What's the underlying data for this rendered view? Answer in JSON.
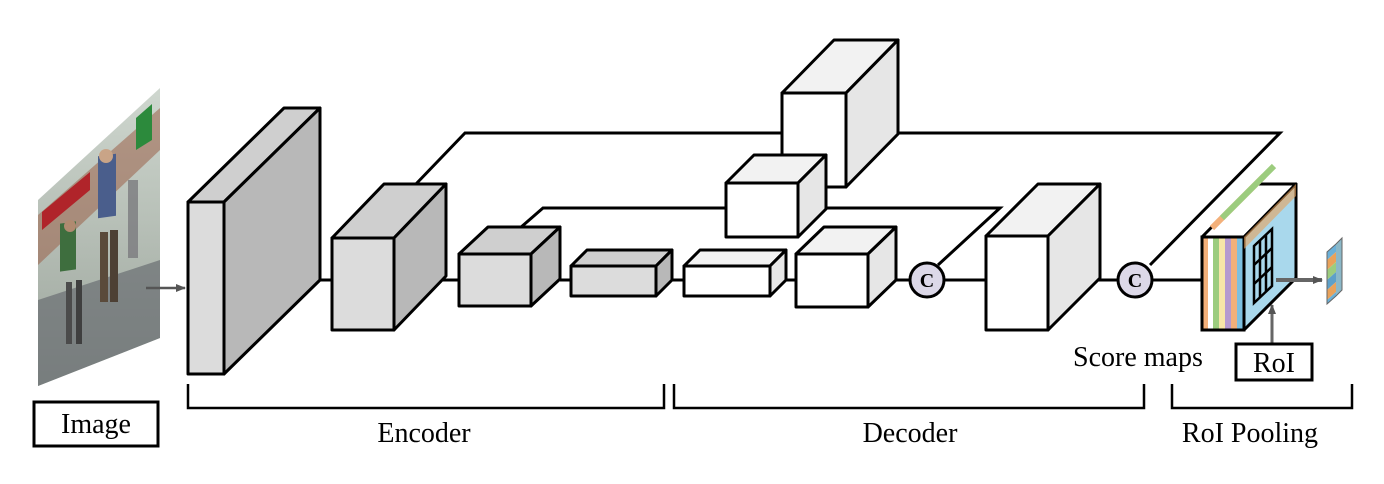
{
  "labels": {
    "image": "Image",
    "encoder": "Encoder",
    "decoder": "Decoder",
    "roi_pooling": "RoI Pooling",
    "score_maps": "Score maps",
    "roi": "RoI",
    "concat_symbol": "C"
  },
  "colors": {
    "encoder_front": "#dcdcdc",
    "encoder_side": "#b8b8b8",
    "encoder_top": "#cfcfcf",
    "decoder_front": "#ffffff",
    "decoder_side": "#e6e6e6",
    "decoder_top": "#f2f2f2",
    "concat_fill": "#dcd8e8",
    "score_map_face": "#a9d8ec",
    "score_map_stripes": [
      "#f3b07a",
      "#ffffff",
      "#9ccc7e",
      "#f7e6a8",
      "#b59ad0",
      "#7dc0e0"
    ],
    "output_cells": [
      "#6ab0d8",
      "#e9a25a",
      "#9ccc7e",
      "#5ea0c8",
      "#e9a25a",
      "#6ab0d8"
    ]
  }
}
